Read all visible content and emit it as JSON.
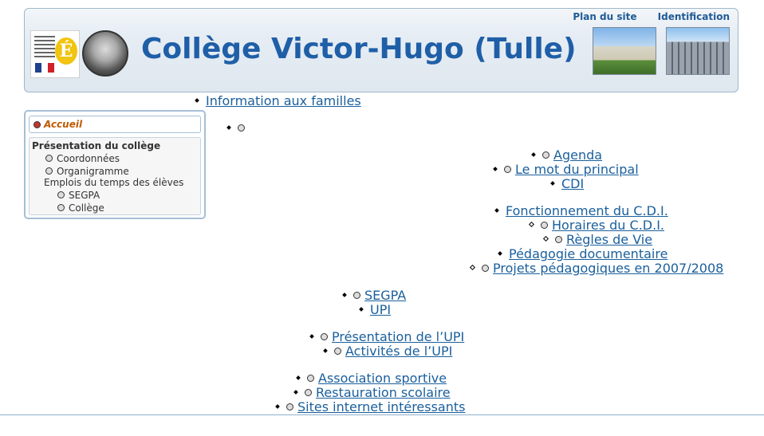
{
  "header": {
    "title": "Collège Victor-Hugo (Tulle)",
    "top_links": [
      "Plan du site",
      "Identification"
    ]
  },
  "sidebar": {
    "home_label": "Accueil",
    "section_title": "Présentation du collège",
    "items": [
      "Coordonnées",
      "Organigramme",
      "Emplois du temps des élèves",
      "SEGPA",
      "Collège"
    ]
  },
  "nav": {
    "information": "Information aux familles",
    "agenda": "Agenda",
    "mot_principal": "Le mot du principal",
    "cdi": "CDI",
    "fonctionnement_cdi": "Fonctionnement du C.D.I.",
    "horaires_cdi": "Horaires du C.D.I.",
    "regles_vie": "Règles de Vie",
    "pedagogie_doc": "Pédagogie documentaire",
    "projets": "Projets pédagogiques en 2007/2008",
    "segpa": "SEGPA",
    "upi": "UPI",
    "presentation_upi": "Présentation de l’UPI",
    "activites_upi": "Activités de l’UPI",
    "association": "Association sportive",
    "restauration": "Restauration scolaire",
    "sites": "Sites internet intéressants"
  },
  "colors": {
    "title": "#1f5fa7",
    "link": "#1a5f9c",
    "accent": "#c05a00"
  }
}
